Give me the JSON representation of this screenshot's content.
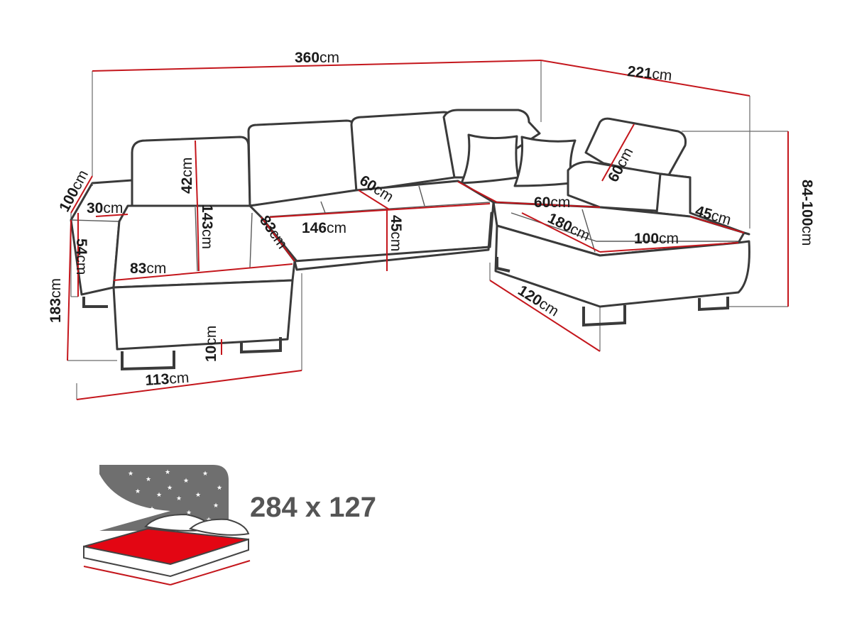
{
  "colors": {
    "measure_line": "#c4161c",
    "outline": "#3a3a3a",
    "label_text": "#1a1a1a",
    "bed_size_text": "#555555",
    "bed_surface": "#e30613",
    "night_sky": "#6f6f6f"
  },
  "unit": "cm",
  "dimensions": {
    "total_width": "360",
    "right_depth": "221",
    "height_range": "84-100",
    "left_arm_height": "100",
    "left_depth": "183",
    "armrest_width": "30",
    "side_height": "54",
    "headrest_left": "42",
    "left_seat_length": "143",
    "left_seat_width": "83",
    "left_chaise_diag": "83",
    "left_chaise_width": "113",
    "leg_height": "10",
    "middle_seat_width": "146",
    "middle_seat_depth": "60",
    "seat_height": "45",
    "headrest_right": "60",
    "right_backrest_depth": "60",
    "right_chaise_length": "180",
    "right_chaise_width": "100",
    "right_arm_width": "45",
    "right_side_depth": "120"
  },
  "bed_icon": {
    "name": "sleeping-bed-icon",
    "size_label": "284 x 127"
  }
}
